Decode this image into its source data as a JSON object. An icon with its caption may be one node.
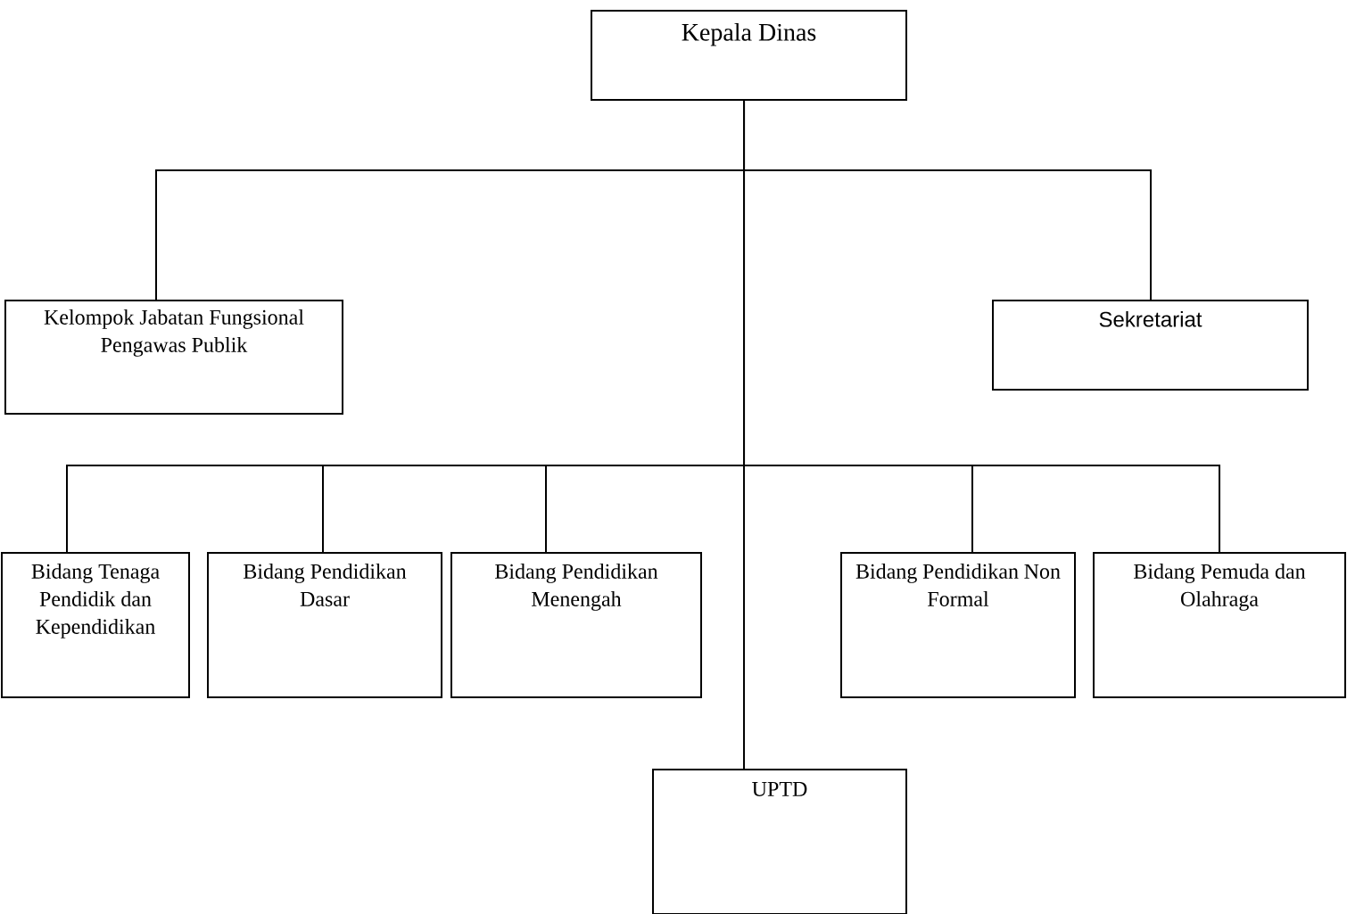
{
  "diagram": {
    "nodes": [
      {
        "text": [
          "Kepala Dinas"
        ]
      },
      {
        "text": [
          "Kelompok Jabatan Fungsional Pengawas Publik"
        ]
      },
      {
        "text": [
          "Sekretariat"
        ]
      },
      {
        "text": [
          "Bidang Tenaga Pendidik dan Kependidikan"
        ]
      },
      {
        "text": [
          "Bidang Pendidikan Dasar"
        ]
      },
      {
        "text": [
          "Bidang Pendidikan Menengah"
        ]
      },
      {
        "text": [
          "Bidang Pendidikan Non Formal"
        ]
      },
      {
        "text": [
          "Bidang Pemuda dan Olahraga"
        ]
      },
      {
        "text": [
          "UPTD"
        ]
      }
    ],
    "edges": [
      {
        "from": 0,
        "to": 1,
        "arrow": "none"
      },
      {
        "from": 0,
        "to": 2,
        "arrow": "none"
      },
      {
        "from": 0,
        "to": 3,
        "arrow": "none"
      },
      {
        "from": 0,
        "to": 4,
        "arrow": "none"
      },
      {
        "from": 0,
        "to": 5,
        "arrow": "none"
      },
      {
        "from": 0,
        "to": 6,
        "arrow": "none"
      },
      {
        "from": 0,
        "to": 7,
        "arrow": "none"
      },
      {
        "from": 0,
        "to": 8,
        "arrow": "none"
      }
    ]
  }
}
